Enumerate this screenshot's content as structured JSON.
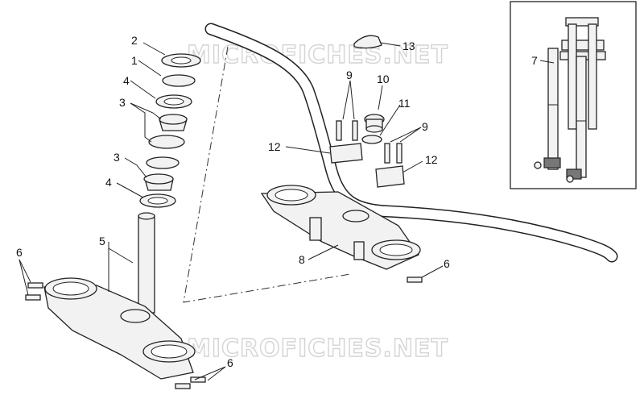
{
  "watermarks": [
    "MICROFICHES.NET",
    "MICROFICHES.NET"
  ],
  "callouts": [
    "1",
    "2",
    "3",
    "3",
    "4",
    "4",
    "5",
    "6",
    "6",
    "6",
    "7",
    "8",
    "9",
    "9",
    "10",
    "11",
    "12",
    "12",
    "13"
  ]
}
